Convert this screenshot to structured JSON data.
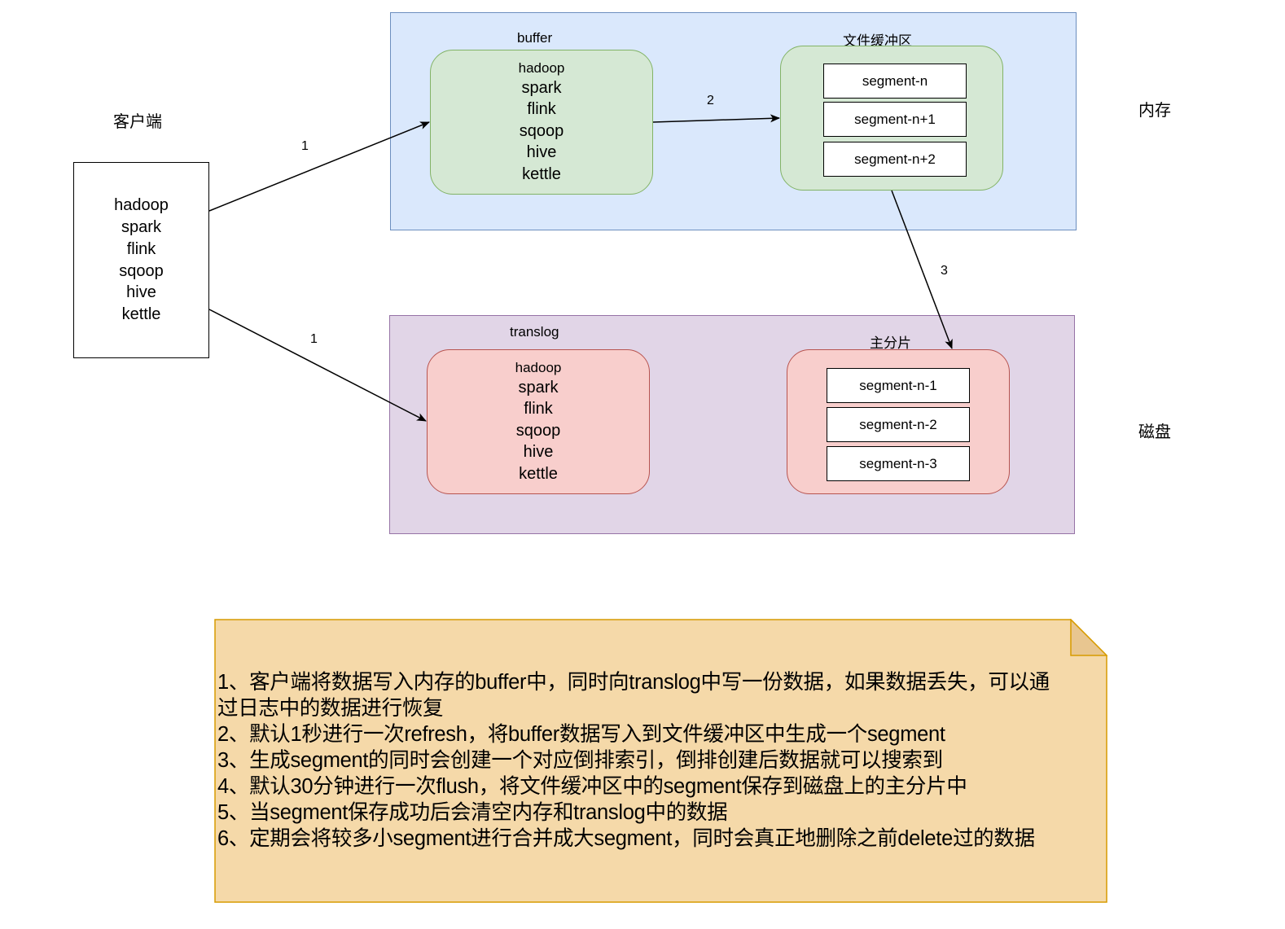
{
  "client": {
    "title": "客户端",
    "items": [
      "hadoop",
      "spark",
      "flink",
      "sqoop",
      "hive",
      "kettle"
    ]
  },
  "memory": {
    "side_label": "内存",
    "buffer": {
      "title": "buffer",
      "items": [
        "hadoop",
        "spark",
        "flink",
        "sqoop",
        "hive",
        "kettle"
      ]
    },
    "file_cache": {
      "title": "文件缓冲区",
      "segments": [
        "segment-n",
        "segment-n+1",
        "segment-n+2"
      ]
    }
  },
  "disk": {
    "side_label": "磁盘",
    "translog": {
      "title": "translog",
      "items": [
        "hadoop",
        "spark",
        "flink",
        "sqoop",
        "hive",
        "kettle"
      ]
    },
    "primary_shard": {
      "title": "主分片",
      "segments": [
        "segment-n-1",
        "segment-n-2",
        "segment-n-3"
      ]
    }
  },
  "arrows": {
    "client_to_buffer": "1",
    "client_to_translog": "1",
    "buffer_to_cache": "2",
    "cache_to_shard": "3"
  },
  "note": {
    "lines": [
      "1、客户端将数据写入内存的buffer中，同时向translog中写一份数据，如果数据丢失，可以通",
      "过日志中的数据进行恢复",
      "2、默认1秒进行一次refresh，将buffer数据写入到文件缓冲区中生成一个segment",
      "3、生成segment的同时会创建一个对应倒排索引，倒排创建后数据就可以搜索到",
      "4、默认30分钟进行一次flush，将文件缓冲区中的segment保存到磁盘上的主分片中",
      "5、当segment保存成功后会清空内存和translog中的数据",
      "6、定期会将较多小segment进行合并成大segment，同时会真正地删除之前delete过的数据"
    ]
  },
  "colors": {
    "memory_fill": "#dae8fc",
    "memory_stroke": "#6c8ebf",
    "disk_fill": "#e1d5e7",
    "disk_stroke": "#9673a6",
    "green_fill": "#d5e8d4",
    "green_stroke": "#82b366",
    "red_fill": "#f8cecc",
    "red_stroke": "#b85450",
    "note_fill": "#f5d9a9",
    "note_stroke": "#d79b00"
  }
}
